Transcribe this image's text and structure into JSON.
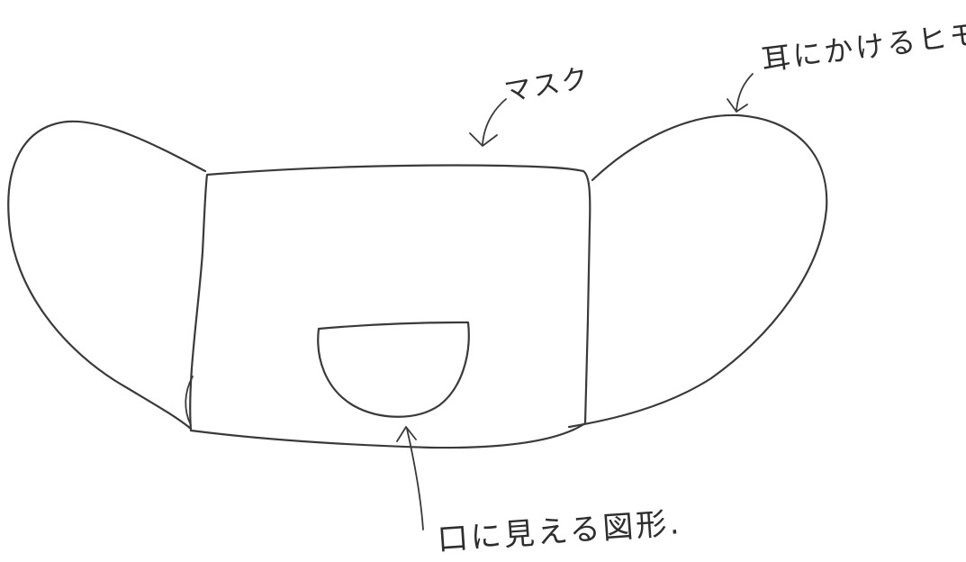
{
  "labels": {
    "mask": "マスク",
    "ear_strap": "耳にかけるヒモ",
    "mouth_shape": "口に見える図形."
  }
}
